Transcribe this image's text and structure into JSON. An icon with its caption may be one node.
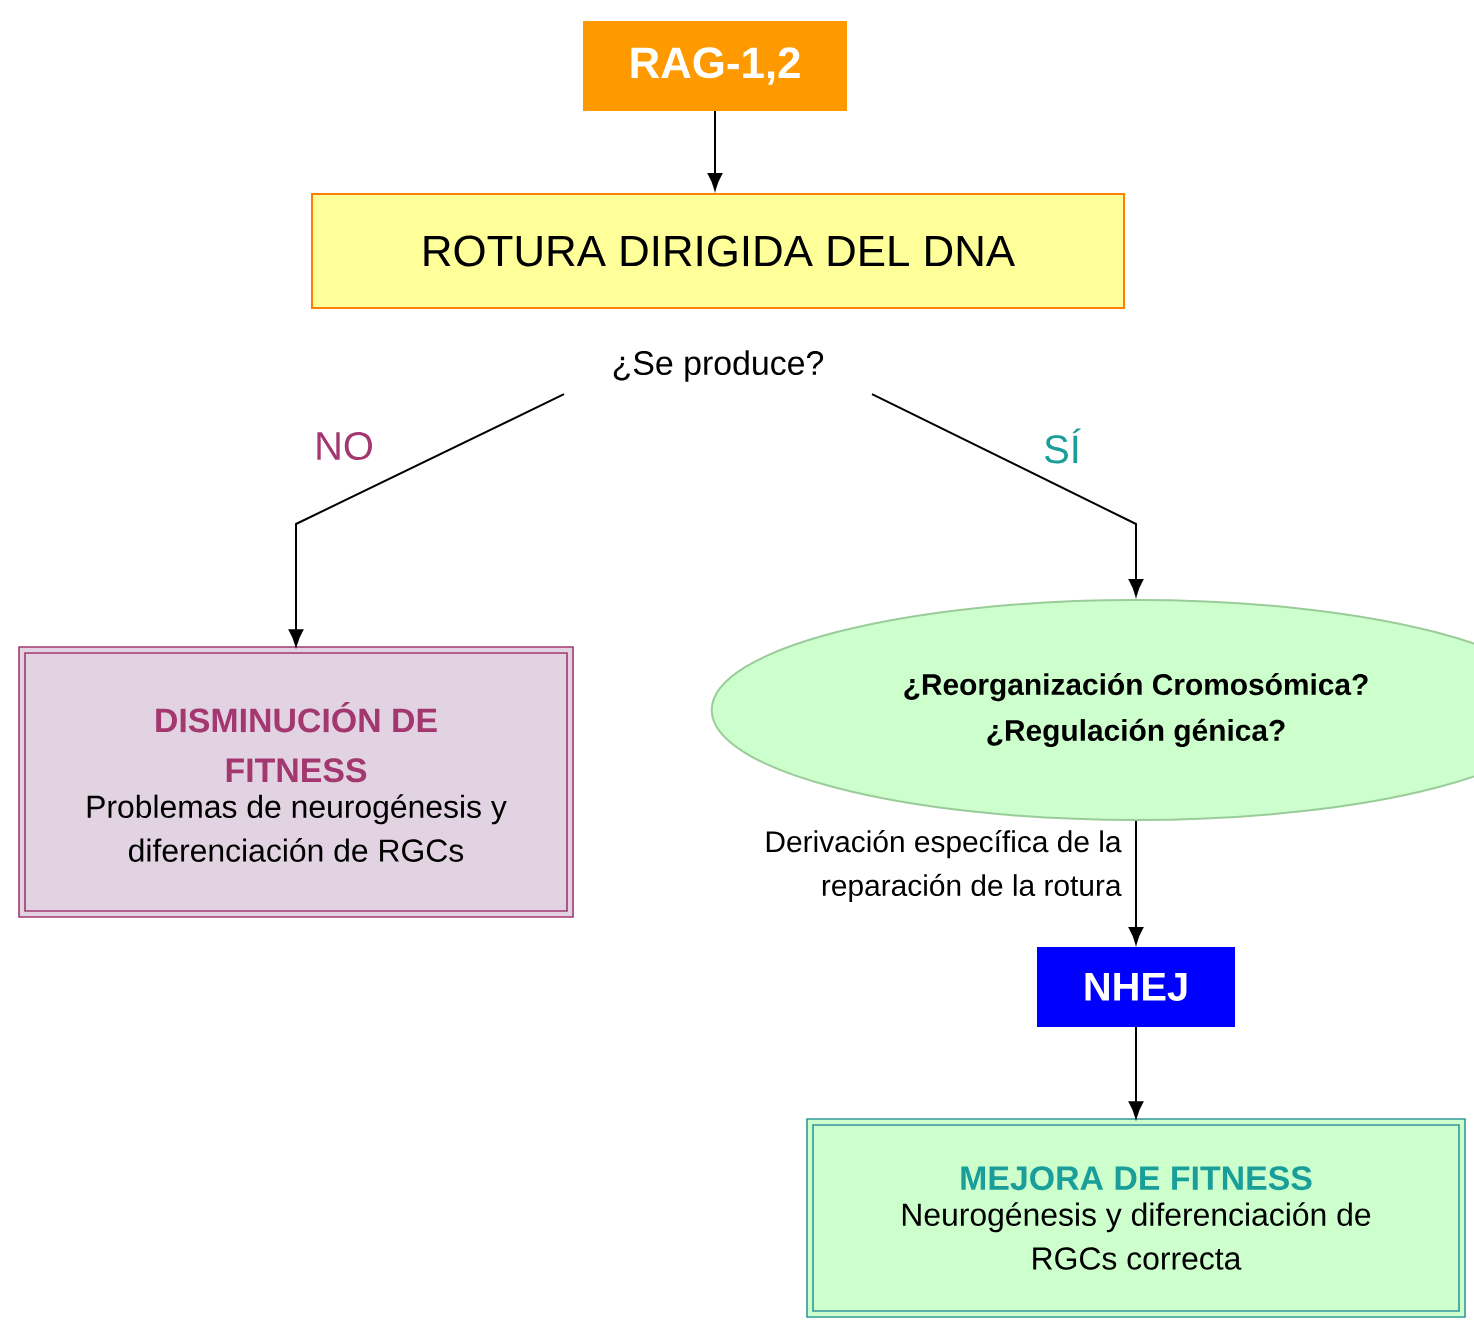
{
  "diagram": {
    "nodes": [
      {
        "text": [
          "RAG-1,2"
        ]
      },
      {
        "text": [
          "ROTURA DIRIGIDA DEL DNA"
        ]
      },
      {
        "text": [
          "¿Se produce?"
        ]
      },
      {
        "text": [
          "DISMINUCIÓN DE FITNESS",
          "Problemas de neurogénesis y diferenciación de RGCs"
        ]
      },
      {
        "text": [
          "¿Reorganización Cromosómica?",
          "¿Regulación génica?"
        ]
      },
      {
        "text": [
          "NHEJ"
        ]
      },
      {
        "text": [
          "MEJORA DE FITNESS",
          "Neurogénesis  y diferenciación de RGCs correcta"
        ]
      }
    ],
    "edges": [
      {
        "from": 0,
        "to": 1,
        "arrow": "to"
      },
      {
        "from": 2,
        "to": 3,
        "arrow": "to",
        "label": "NO"
      },
      {
        "from": 2,
        "to": 4,
        "arrow": "to",
        "label": "SÍ"
      },
      {
        "from": 4,
        "to": 5,
        "arrow": "to",
        "label": "Derivación específica de la reparación de la rotura"
      },
      {
        "from": 5,
        "to": 6,
        "arrow": "to"
      }
    ]
  }
}
